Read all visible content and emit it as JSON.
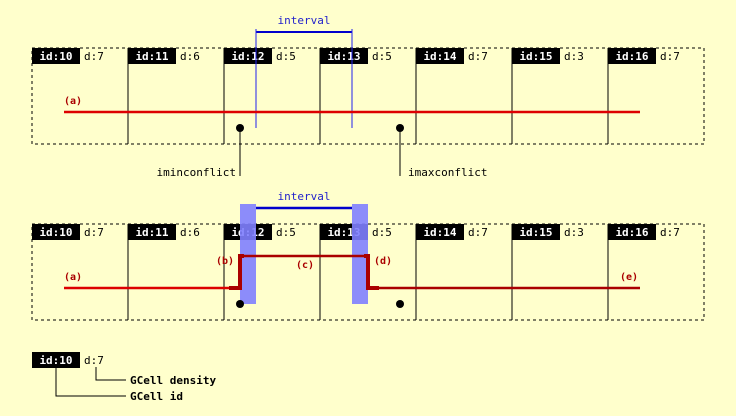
{
  "gcells": [
    {
      "id": "id:10",
      "density": "d:7"
    },
    {
      "id": "id:11",
      "density": "d:6"
    },
    {
      "id": "id:12",
      "density": "d:5"
    },
    {
      "id": "id:13",
      "density": "d:5"
    },
    {
      "id": "id:14",
      "density": "d:7"
    },
    {
      "id": "id:15",
      "density": "d:3"
    },
    {
      "id": "id:16",
      "density": "d:7"
    }
  ],
  "top": {
    "interval_label": "interval",
    "wire_label": "(a)",
    "iminconflict_label": "iminconflict",
    "imaxconflict_label": "imaxconflict"
  },
  "bottom": {
    "interval_label": "interval",
    "labels": [
      "(a)",
      "(b)",
      "(c)",
      "(d)",
      "(e)"
    ]
  },
  "legend": {
    "id": "id:10",
    "density": "d:7",
    "density_label": "GCell density",
    "id_label": "GCell id"
  },
  "colors": {
    "background": "#ffffcc",
    "wire": "#dd0000",
    "dogleg": "#aa0000",
    "interval": "#0000cc",
    "interval_band": "#8080ff"
  }
}
